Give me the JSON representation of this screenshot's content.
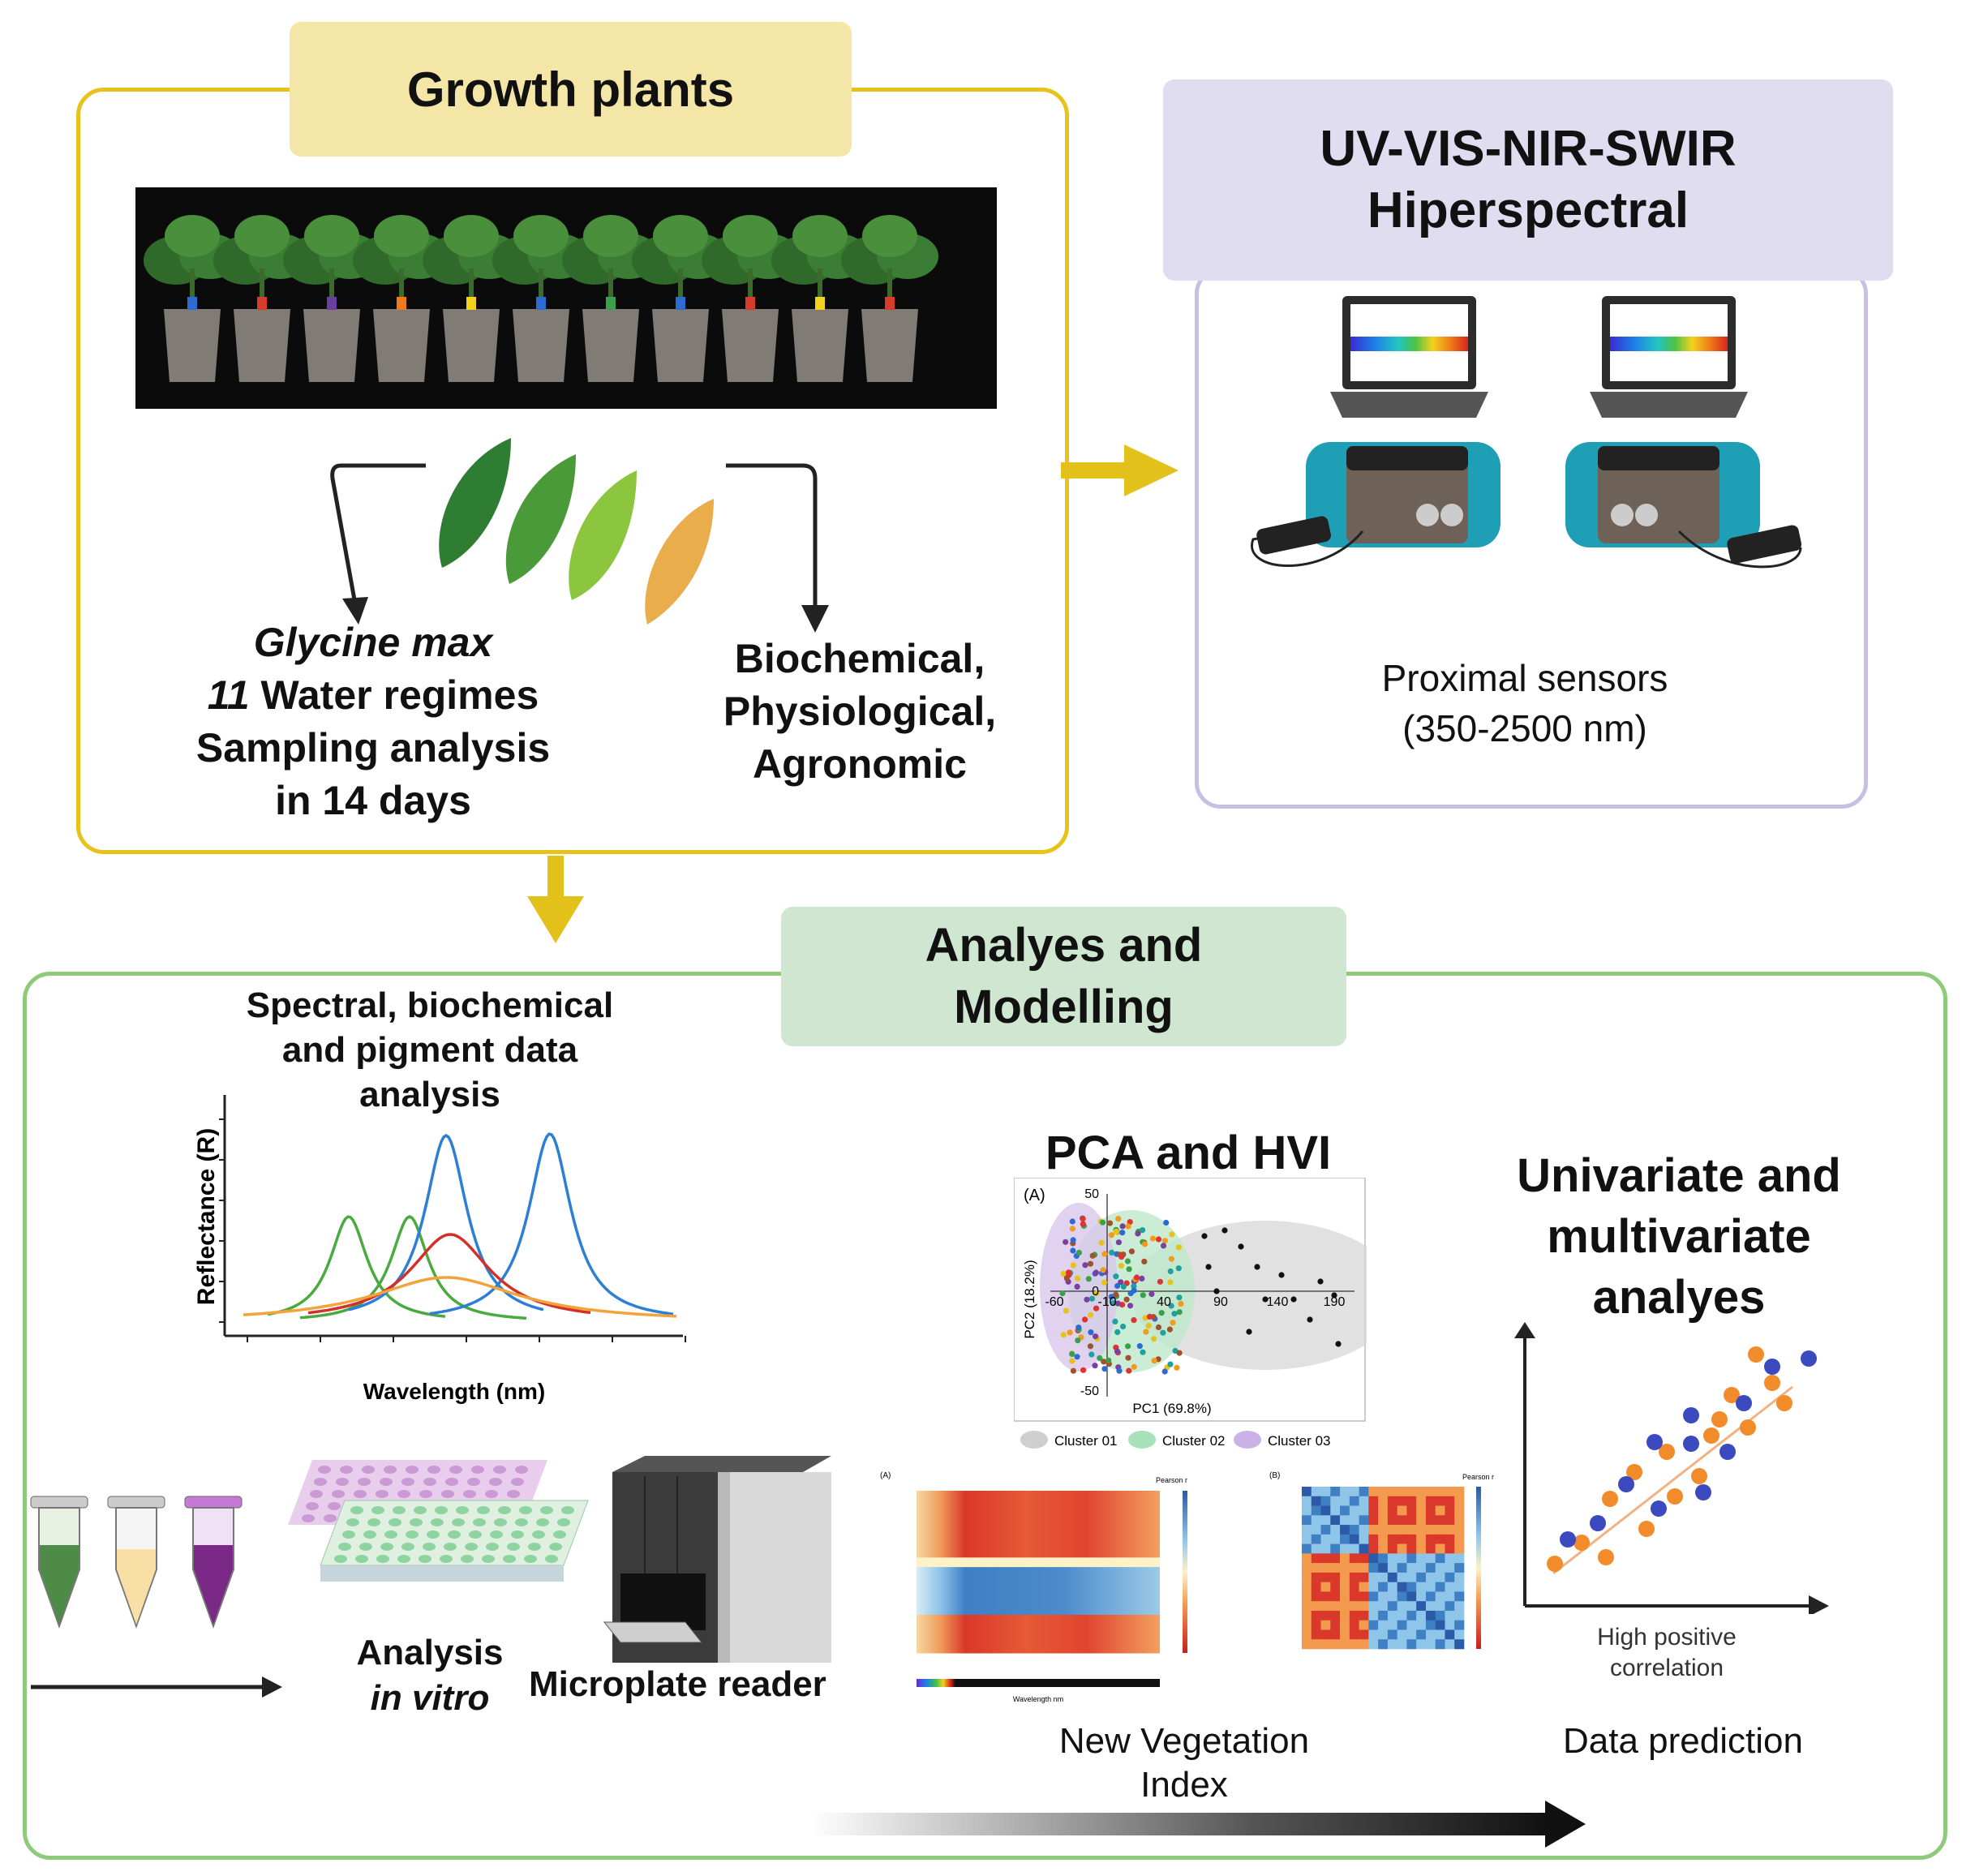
{
  "growth": {
    "title": "Growth plants",
    "species": "Glycine max",
    "regime_number": "11",
    "regime_text": " Water regimes",
    "line3": "Sampling analysis",
    "line4": "in 14 days",
    "traits": [
      "Biochemical,",
      "Physiological,",
      "Agronomic"
    ]
  },
  "hyperspectral": {
    "title_line1": "UV-VIS-NIR-SWIR",
    "title_line2": "Hiperspectral",
    "caption_line1": "Proximal sensors",
    "caption_line2": "(350-2500 nm)"
  },
  "analysis": {
    "title_line1": "Analyes and",
    "title_line2": "Modelling",
    "spectral_title": [
      "Spectral, biochemical",
      "and pigment data",
      "analysis"
    ],
    "reflectance_ylabel": "Reflectance (R)",
    "reflectance_xlabel": "Wavelength (nm)",
    "invitro_line1": "Analysis",
    "invitro_line2": "in vitro",
    "microplate_label": "Microplate reader",
    "pca_title": "PCA and HVI",
    "pca_panel": "(A)",
    "pca_xlabel": "PC1 (69.8%)",
    "pca_ylabel": "PC2 (18.2%)",
    "pca_xticks": [
      "-60",
      "-10",
      "40",
      "90",
      "140",
      "190"
    ],
    "pca_yticks": [
      "50",
      "0",
      "-50"
    ],
    "pca_legend": [
      "Cluster 01",
      "Cluster 02",
      "Cluster 03"
    ],
    "heatmap_a_panel": "(A)",
    "heatmap_b_panel": "(B)",
    "heatmap_legend_title": "Pearson r",
    "heatmap_a_xlabel": "Wavelength nm",
    "new_index_line1": "New Vegetation",
    "new_index_line2": "Index",
    "uni_title": [
      "Univariate and",
      "multivariate",
      "analyes"
    ],
    "corr_line1": "High positive",
    "corr_line2": "correlation",
    "prediction_label": "Data prediction"
  },
  "colors": {
    "growth_border": "#e6c21a",
    "growth_title_bg": "#f4e6a6",
    "hyper_border": "#c9bfe3",
    "hyper_title_bg": "#e0ddf1",
    "analysis_border": "#8fca7a",
    "analysis_title_bg": "#cfe6d0",
    "arrow_yellow": "#e3c11b",
    "sensor_teal": "#1e9fb5"
  }
}
